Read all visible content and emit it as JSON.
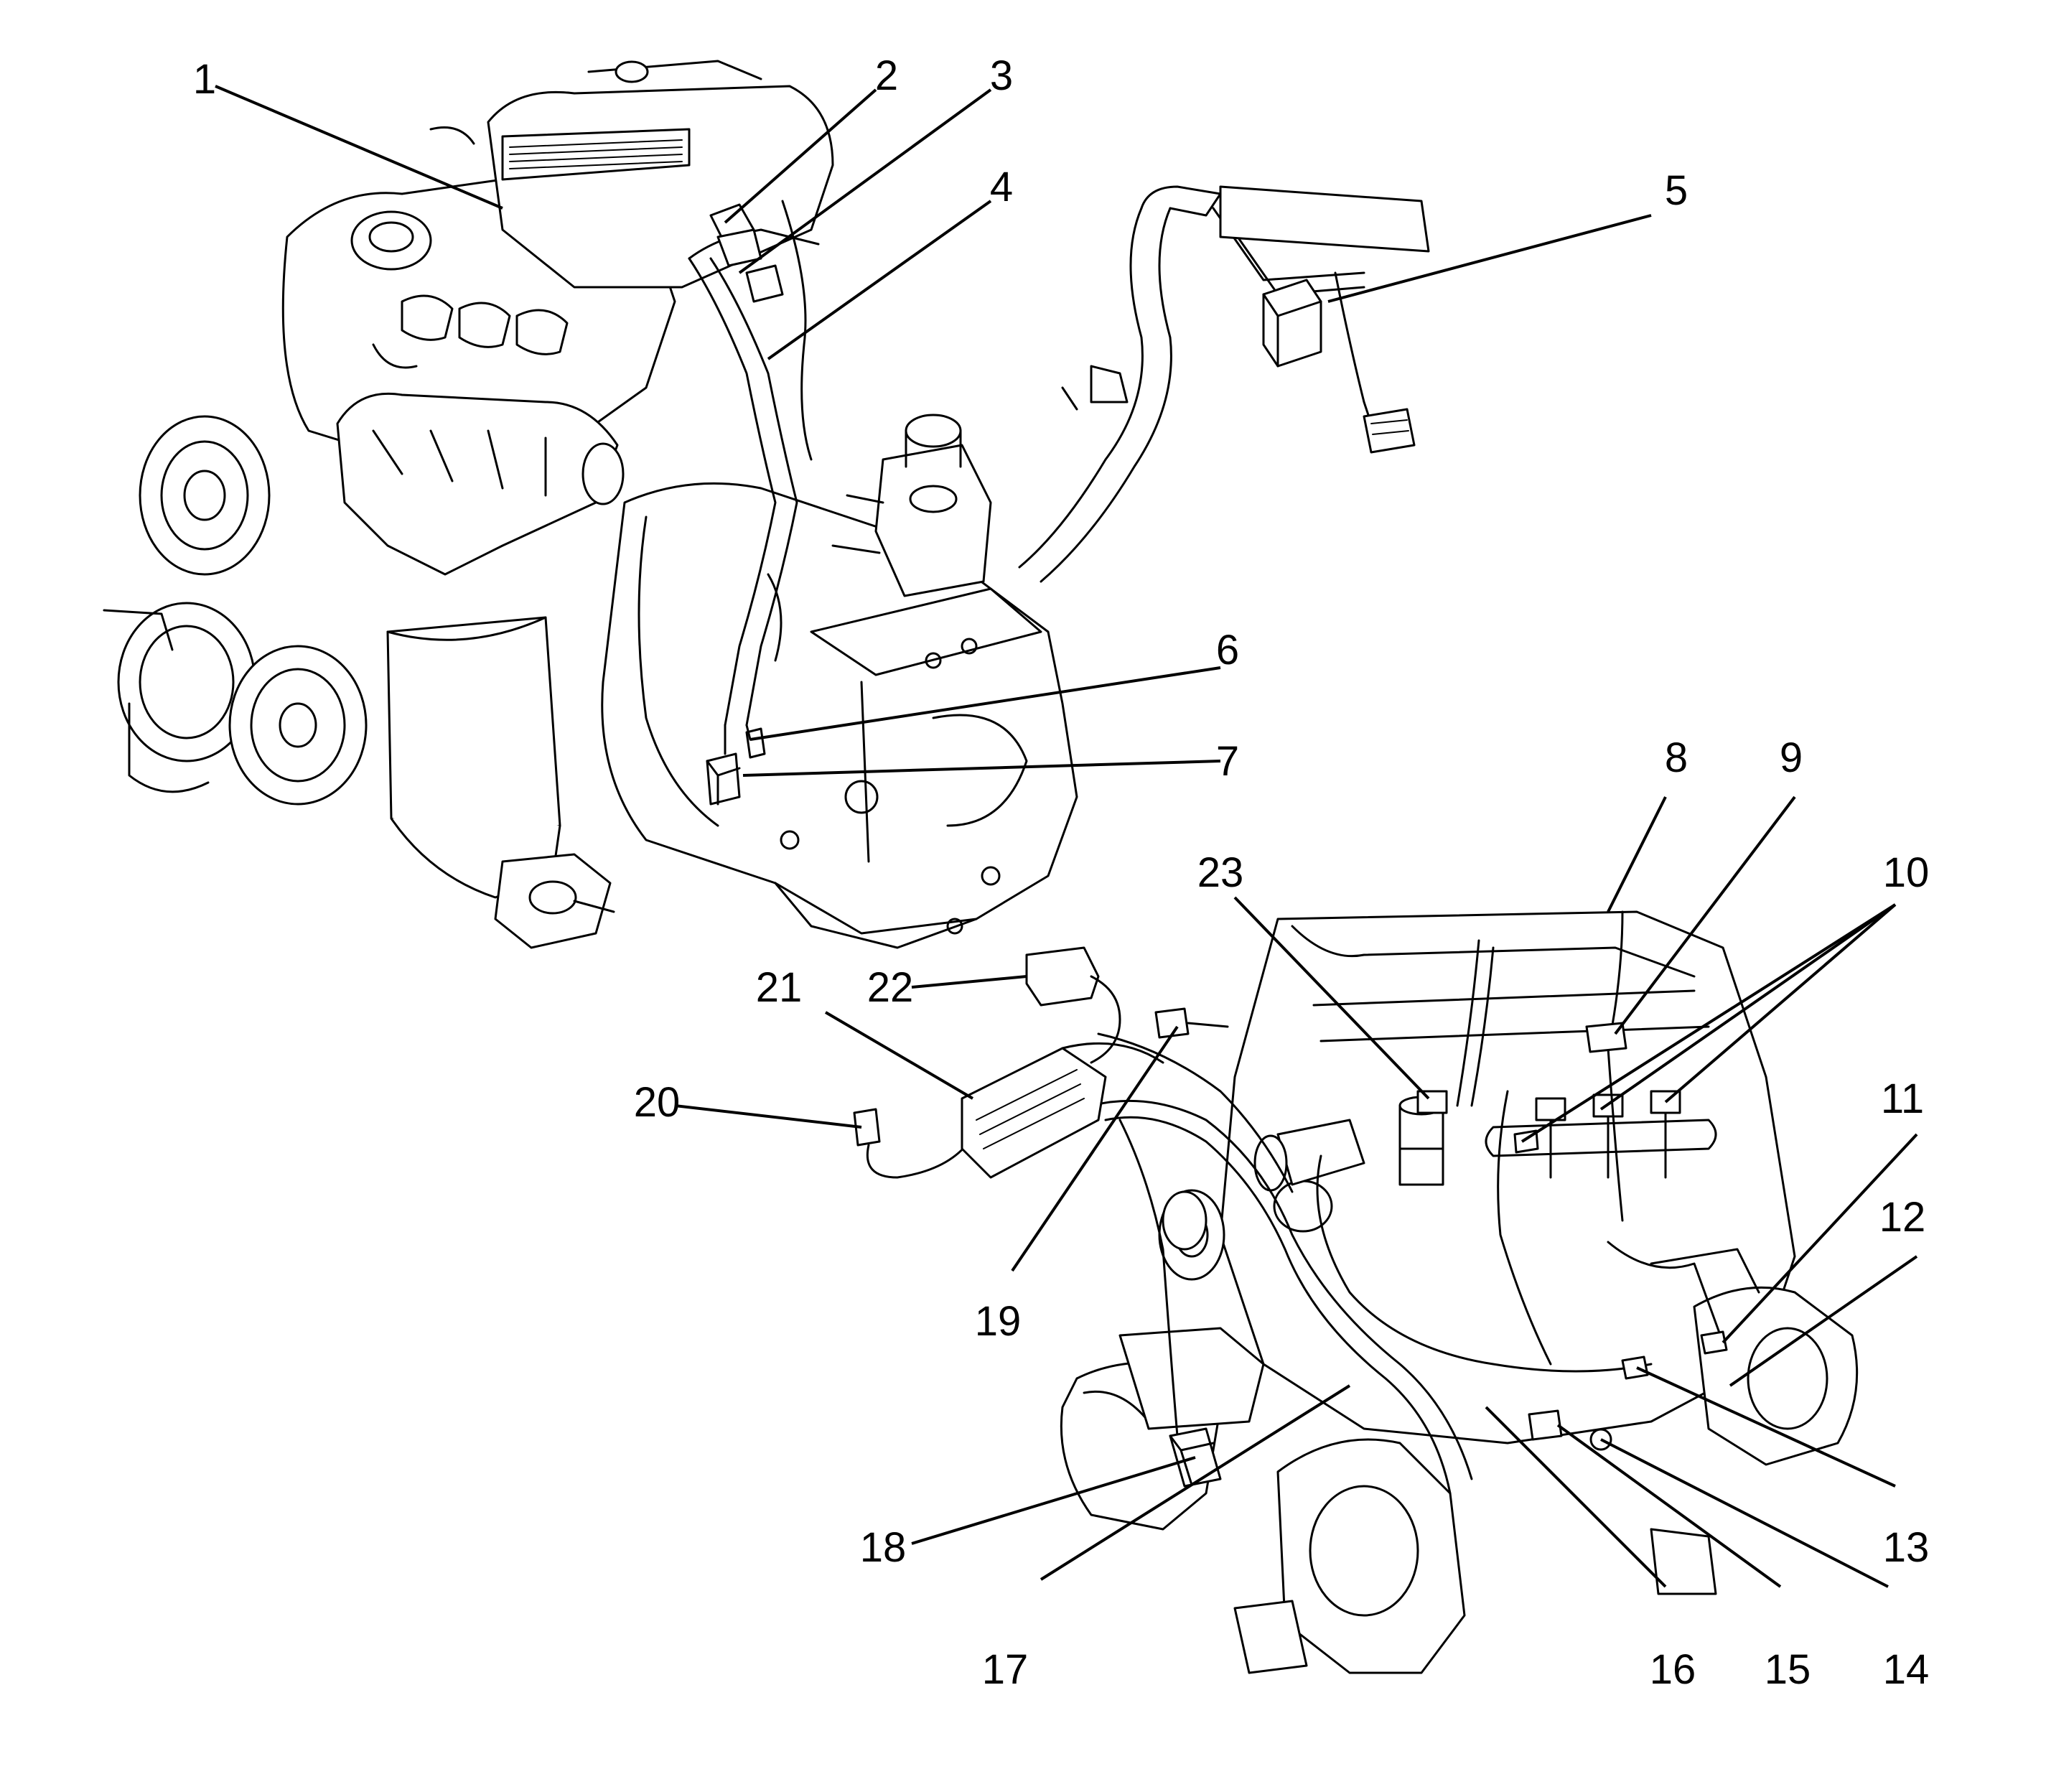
{
  "diagram": {
    "upper_view": "engine-assembly-rear-view",
    "lower_view": "engine-assembly-front-view"
  },
  "callouts": [
    {
      "id": "c1",
      "label": "1"
    },
    {
      "id": "c2",
      "label": "2"
    },
    {
      "id": "c3",
      "label": "3"
    },
    {
      "id": "c4",
      "label": "4"
    },
    {
      "id": "c5",
      "label": "5"
    },
    {
      "id": "c6",
      "label": "6"
    },
    {
      "id": "c7",
      "label": "7"
    },
    {
      "id": "c8",
      "label": "8"
    },
    {
      "id": "c9",
      "label": "9"
    },
    {
      "id": "c10",
      "label": "10"
    },
    {
      "id": "c11",
      "label": "11"
    },
    {
      "id": "c12",
      "label": "12"
    },
    {
      "id": "c13",
      "label": "13"
    },
    {
      "id": "c14",
      "label": "14"
    },
    {
      "id": "c15",
      "label": "15"
    },
    {
      "id": "c16",
      "label": "16"
    },
    {
      "id": "c17",
      "label": "17"
    },
    {
      "id": "c18",
      "label": "18"
    },
    {
      "id": "c19",
      "label": "19"
    },
    {
      "id": "c20",
      "label": "20"
    },
    {
      "id": "c21",
      "label": "21"
    },
    {
      "id": "c22",
      "label": "22"
    },
    {
      "id": "c23",
      "label": "23"
    }
  ]
}
